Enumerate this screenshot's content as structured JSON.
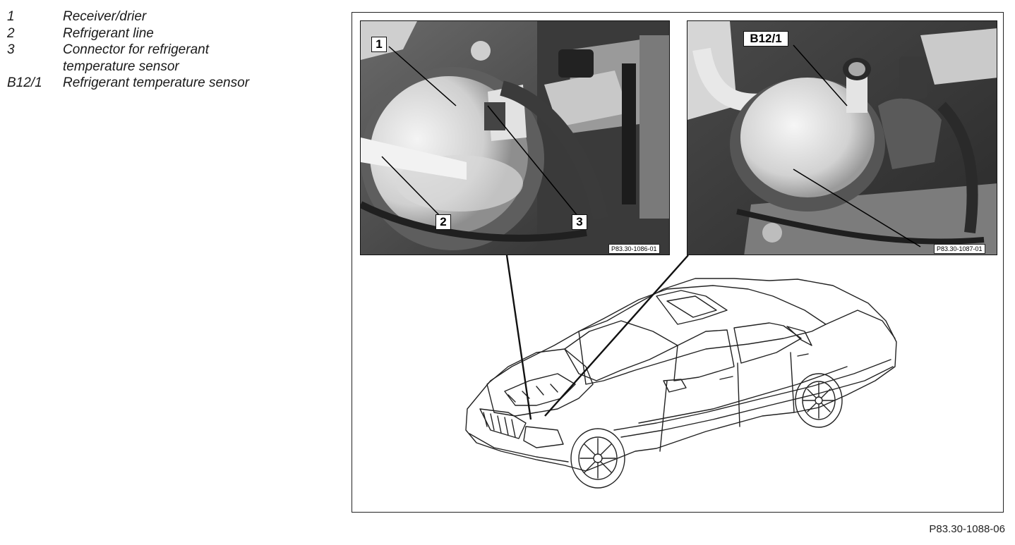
{
  "legend": [
    {
      "key": "1",
      "text": "Receiver/drier"
    },
    {
      "key": "2",
      "text": "Refrigerant line"
    },
    {
      "key": "3",
      "text": "Connector for refrigerant temperature sensor"
    },
    {
      "key": "B12/1",
      "text": "Refrigerant temperature sensor"
    }
  ],
  "callouts": {
    "c1": "1",
    "c2": "2",
    "c3": "3",
    "cb12": "B12/1"
  },
  "photo_refs": {
    "left": "P83.30-1086-01",
    "right": "P83.30-1087-01"
  },
  "figure_id": "P83.30-1088-06",
  "colors": {
    "ink": "#1a1a1a",
    "photo_dark": "#3c3c3c",
    "photo_light": "#e6e6e6"
  }
}
